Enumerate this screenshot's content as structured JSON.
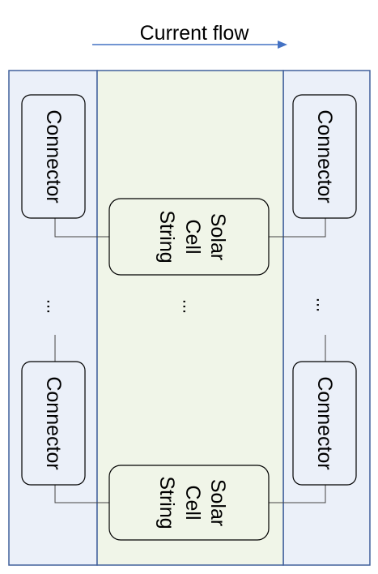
{
  "header": {
    "title": "Current flow"
  },
  "connector_label": "Connector",
  "string_label": {
    "line1": "Solar",
    "line2": "Cell",
    "line3": "String"
  },
  "ellipsis": "...",
  "colors": {
    "side_panel_fill": "#ebf0f9",
    "center_panel_fill": "#f0f5e8",
    "panel_stroke": "#41609c",
    "arrow": "#4472c4",
    "box_stroke": "#000000",
    "wire": "#444444"
  }
}
